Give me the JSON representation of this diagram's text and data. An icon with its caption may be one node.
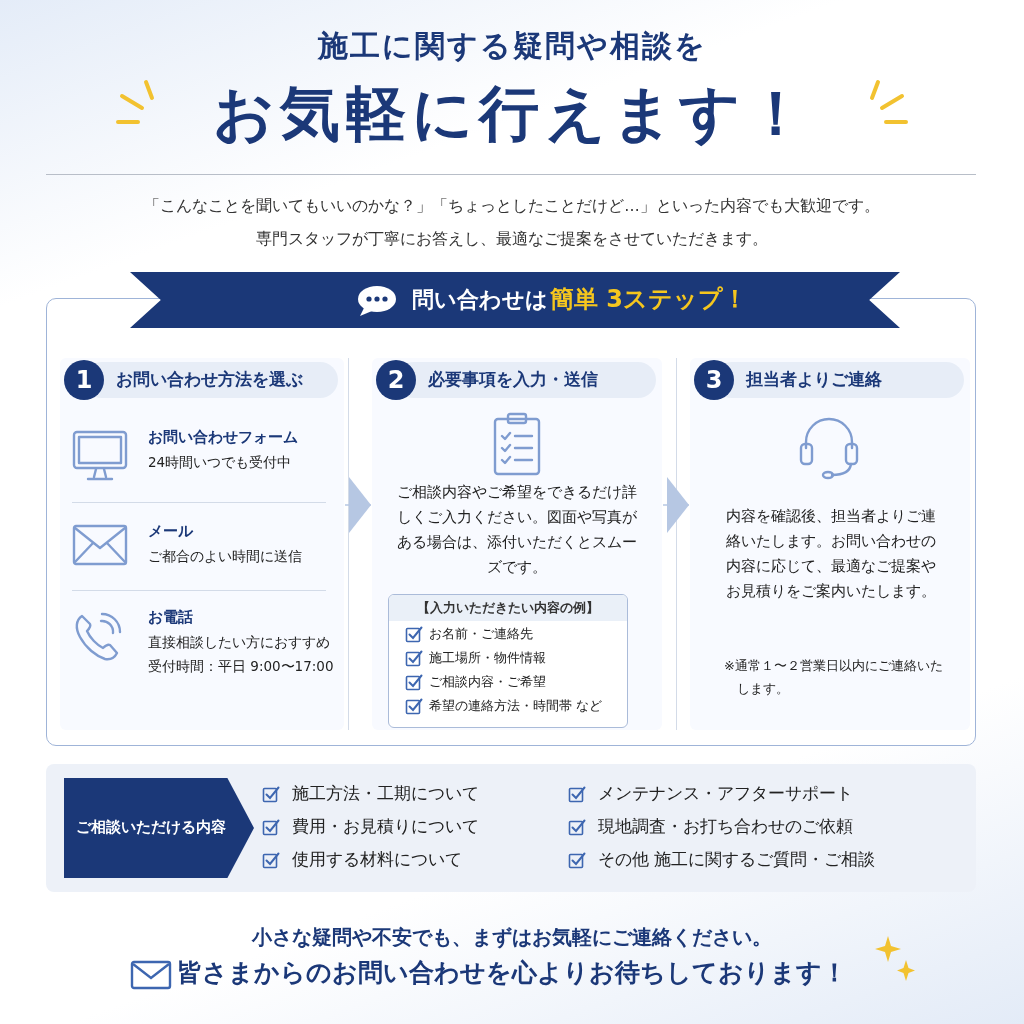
{
  "diagram": {
    "title": "お気軽に行えます！",
    "nodes": [
      {
        "text": [
          "問い合わせは",
          "簡単 3ステップ！"
        ]
      },
      {
        "text": [
          "1",
          "お問い合わせ方法を選ぶ"
        ],
        "in": 0
      },
      {
        "text": [
          "お問い合わせフォーム",
          "24時間いつでも受付中"
        ],
        "in": 1
      },
      {
        "text": [
          "メール",
          "ご都合のよい時間に送信"
        ],
        "in": 1
      },
      {
        "text": [
          "お電話",
          "直接相談したい方におすすめ",
          "受付時間：平日 9:00〜17:00"
        ],
        "in": 1
      },
      {
        "text": [
          "2",
          "必要事項を入力・送信",
          "ご相談内容やご希望をできるだけ詳しくご入力ください。図面や写真がある場合は、添付いただくとスムーズです。"
        ],
        "in": 0
      },
      {
        "text": [
          "【入力いただきたい内容の例】",
          "お名前・ご連絡先",
          "施工場所・物件情報",
          "ご相談内容・ご希望",
          "希望の連絡方法・時間帯 など"
        ],
        "in": 5
      },
      {
        "text": [
          "3",
          "担当者よりご連絡",
          "内容を確認後、担当者よりご連絡いたします。お問い合わせの内容に応じて、最適なご提案やお見積りをご案内いたします。",
          "※通常１〜２営業日以内にご連絡いたします。"
        ],
        "in": 0
      },
      {
        "text": [
          "施工方法・工期について",
          "費用・お見積りについて",
          "使用する材料について",
          "メンテナンス・アフターサポート",
          "現地調査・お打ち合わせのご依頼",
          "その他 施工に関するご質問・ご相談"
        ]
      },
      {
        "text": [
          "ご相談いただける内容"
        ],
        "in": 8
      }
    ],
    "edges": [
      {
        "from": 1,
        "to": 5,
        "arrow": "to"
      },
      {
        "from": 5,
        "to": 7,
        "arrow": "to"
      }
    ],
    "labels": [
      "施工に関する疑問や相談を",
      "「こんなことを聞いてもいいのかな？」「ちょっとしたことだけど…」といった内容でも大歓迎です。",
      "専門スタッフが丁寧にお答えし、最適なご提案をさせていただきます。",
      "小さな疑問や不安でも、まずはお気軽にご連絡ください。",
      "皆さまからのお問い合わせを心よりお待ちしております！"
    ]
  }
}
